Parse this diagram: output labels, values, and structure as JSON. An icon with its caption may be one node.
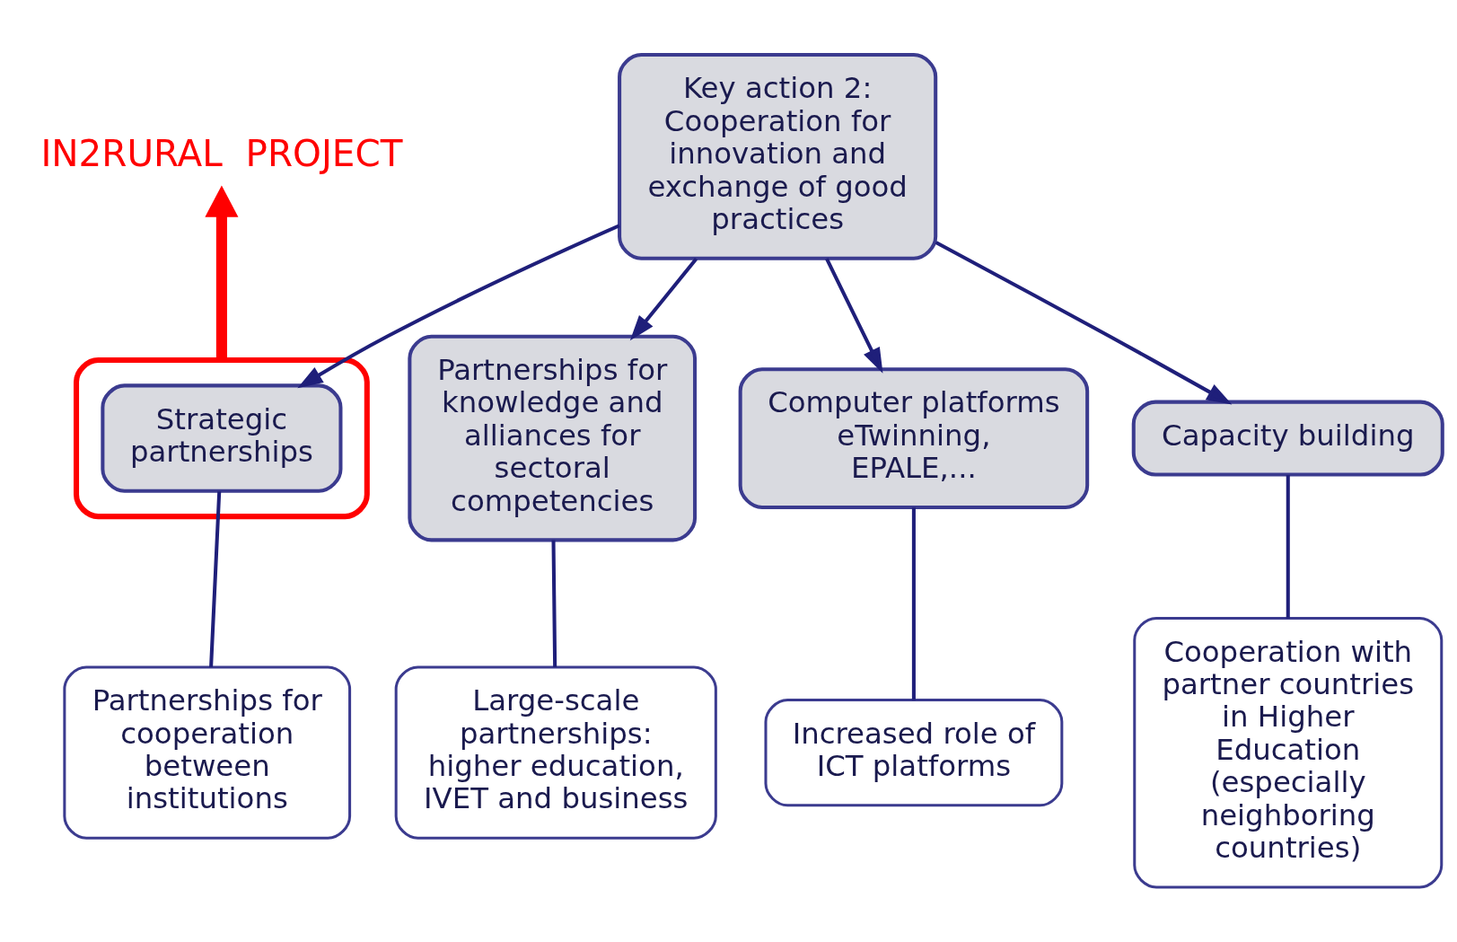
{
  "diagram": {
    "nodes": [
      {
        "text": [
          "Key action 2:",
          "Cooperation for innovation and exchange of good practices"
        ]
      },
      {
        "text": [
          "IN2RURAL  PROJECT"
        ]
      },
      {
        "text": [],
        "shape": "box"
      },
      {
        "text": [
          "Strategic partnerships"
        ],
        "in": 2
      },
      {
        "text": [
          "Partnerships for knowledge and alliances for sectoral competencies"
        ]
      },
      {
        "text": [
          "Computer platforms eTwinning, EPALE,..."
        ]
      },
      {
        "text": [
          "Capacity building"
        ]
      },
      {
        "text": [
          "Partnerships for cooperation between institutions"
        ]
      },
      {
        "text": [
          "Large-scale partnerships: higher education, IVET and business"
        ]
      },
      {
        "text": [
          "Increased role of ICT platforms"
        ]
      },
      {
        "text": [
          "Cooperation with partner countries in Higher Education (especially neighboring countries)"
        ]
      }
    ],
    "edges": [
      {
        "from": 0,
        "to": 3,
        "arrow": "to"
      },
      {
        "from": 0,
        "to": 4,
        "arrow": "to"
      },
      {
        "from": 0,
        "to": 5,
        "arrow": "to"
      },
      {
        "from": 0,
        "to": 6,
        "arrow": "to"
      },
      {
        "from": 2,
        "to": 1,
        "arrow": "to",
        "style": "thick",
        "color": "#ff0000"
      },
      {
        "from": 7,
        "to": 3,
        "arrow": "none"
      },
      {
        "from": 8,
        "to": 4,
        "arrow": "none"
      },
      {
        "from": 9,
        "to": 5,
        "arrow": "none"
      },
      {
        "from": 10,
        "to": 6,
        "arrow": "none"
      }
    ]
  }
}
